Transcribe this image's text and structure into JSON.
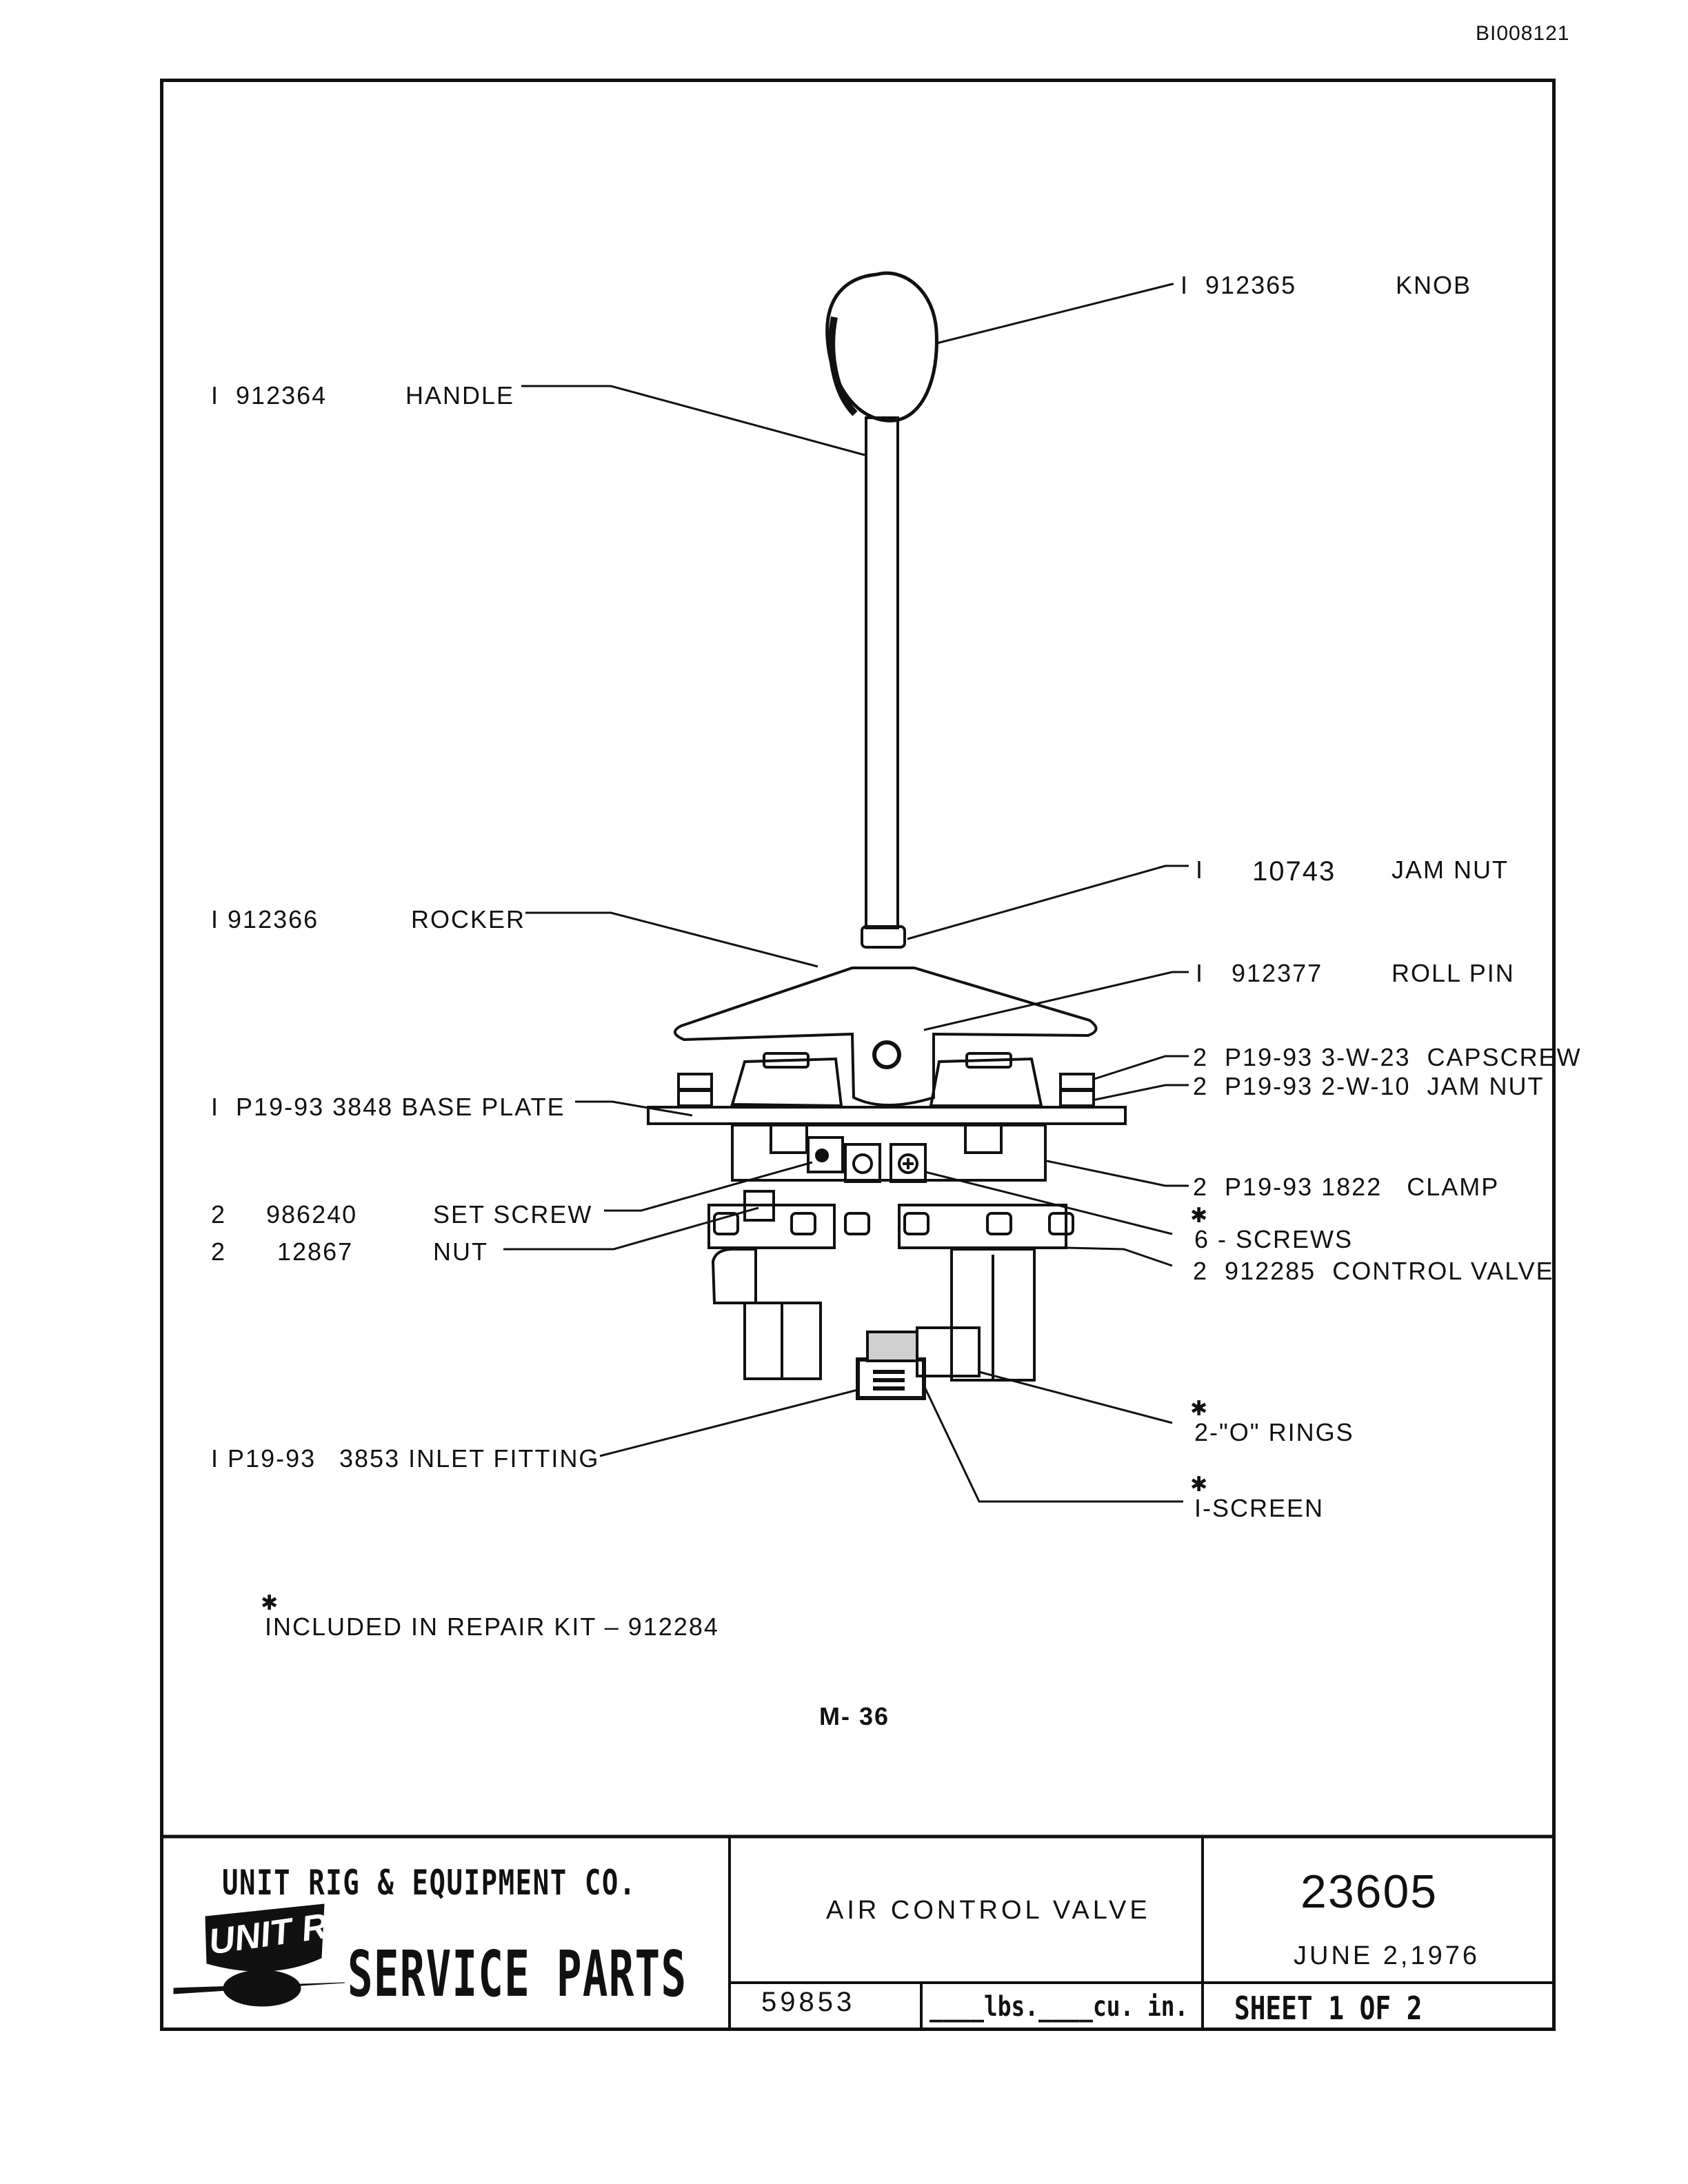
{
  "document_id": "BI008121",
  "parts": [
    {
      "id": "knob",
      "qty": "I",
      "part_no": "912365",
      "desc": "KNOB"
    },
    {
      "id": "handle",
      "qty": "I",
      "part_no": "912364",
      "desc": "HANDLE"
    },
    {
      "id": "jam-nut",
      "qty": "I",
      "part_no": "10743",
      "desc": "JAM NUT"
    },
    {
      "id": "rocker",
      "qty": "I",
      "part_no": "912366",
      "desc": "ROCKER"
    },
    {
      "id": "roll-pin",
      "qty": "I",
      "part_no": "912377",
      "desc": "ROLL PIN"
    },
    {
      "id": "capscrew",
      "qty": "2",
      "part_no": "P19-93  3-W-23",
      "desc": "CAPSCREW"
    },
    {
      "id": "jam-nut-2",
      "qty": "2",
      "part_no": "P19-93  2-W-10",
      "desc": "JAM NUT"
    },
    {
      "id": "base-plate",
      "qty": "I",
      "part_no": "P19-93   3848",
      "desc": "BASE PLATE"
    },
    {
      "id": "clamp",
      "qty": "2",
      "part_no": "P19-93  1822",
      "desc": "CLAMP"
    },
    {
      "id": "set-screw",
      "qty": "2",
      "part_no": "986240",
      "desc": "SET SCREW"
    },
    {
      "id": "screws",
      "qty": "",
      "part_no": "6 - SCREWS",
      "desc": ""
    },
    {
      "id": "nut",
      "qty": "2",
      "part_no": "12867",
      "desc": "NUT"
    },
    {
      "id": "control-valve",
      "qty": "2",
      "part_no": "912285",
      "desc": "CONTROL VALVE"
    },
    {
      "id": "o-rings",
      "qty": "",
      "part_no": "2-\"O\" RINGS",
      "desc": ""
    },
    {
      "id": "inlet-fitting",
      "qty": "I",
      "part_no": "P19-93",
      "desc": "3853 INLET FITTING"
    },
    {
      "id": "screen",
      "qty": "",
      "part_no": "I-SCREEN",
      "desc": ""
    }
  ],
  "footnote": "INCLUDED IN REPAIR KIT – 912284",
  "drawing_ref": "M- 36",
  "title_block": {
    "company": "UNIT RIG & EQUIPMENT CO.",
    "logo_text": "UNIT RIG",
    "service": "SERVICE PARTS",
    "title": "AIR CONTROL VALVE",
    "number": "23605",
    "date": "JUNE 2,1976",
    "code": "59853",
    "weight": "____lbs.____cu. in.",
    "sheet": "SHEET 1  OF 2"
  }
}
